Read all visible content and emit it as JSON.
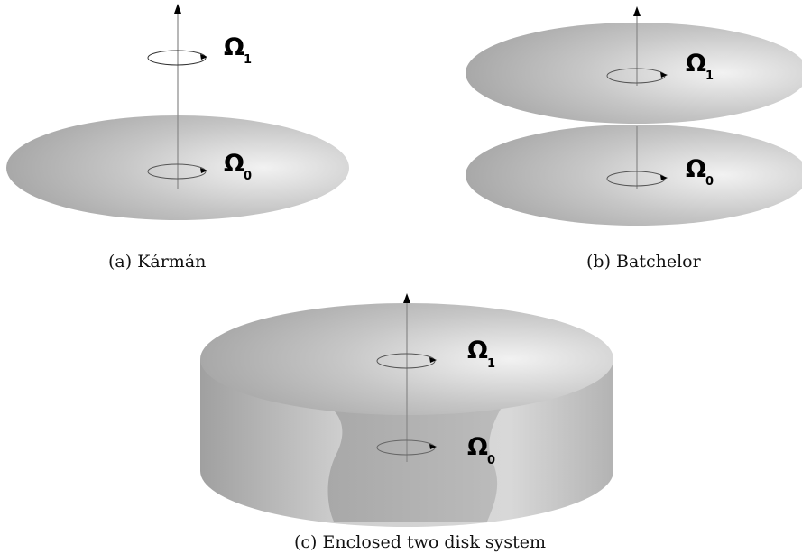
{
  "panels": [
    {
      "caption": "(a) Kármán",
      "omega_top": {
        "symbol": "Ω",
        "subscript": "1"
      },
      "omega_bottom": {
        "symbol": "Ω",
        "subscript": "0"
      }
    },
    {
      "caption": "(b) Batchelor",
      "omega_top": {
        "symbol": "Ω",
        "subscript": "1"
      },
      "omega_bottom": {
        "symbol": "Ω",
        "subscript": "0"
      }
    },
    {
      "caption": "(c) Enclosed two disk system",
      "omega_top": {
        "symbol": "Ω",
        "subscript": "1"
      },
      "omega_bottom": {
        "symbol": "Ω",
        "subscript": "0"
      }
    }
  ]
}
